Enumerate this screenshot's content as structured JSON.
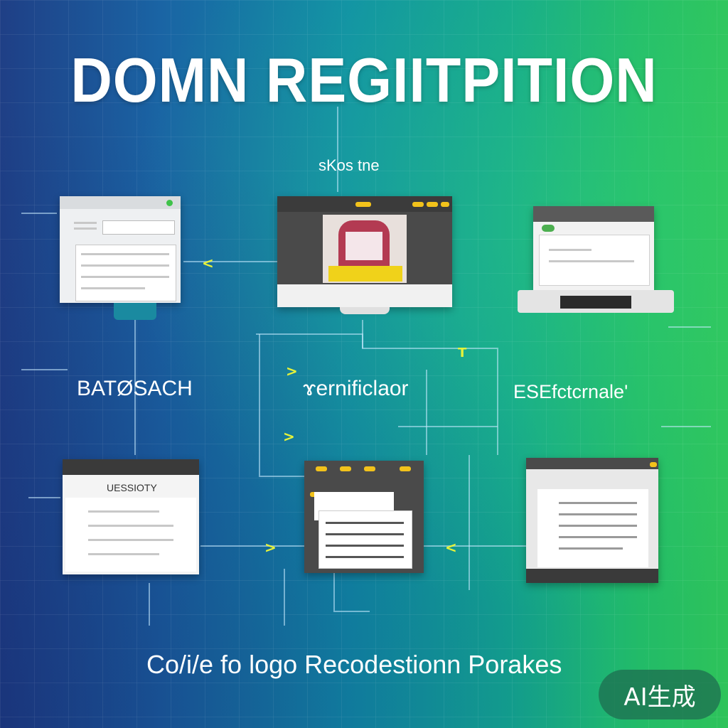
{
  "title": "DOMN REGIITPITION",
  "subtitle": "sKos tne",
  "labels": {
    "left": "BATØSACH",
    "middle": "ɤernificlaor",
    "right": "ESEfctcrnale'"
  },
  "panels": {
    "bottom_left_heading": "UESSIOTY"
  },
  "footer": "Co/i/e fo logo Recodestionn Porakes",
  "badge": "AI生成",
  "colors": {
    "accent_yellow": "#e6f23a",
    "gradient_left": "#1f3f86",
    "gradient_right": "#2ec35a"
  }
}
